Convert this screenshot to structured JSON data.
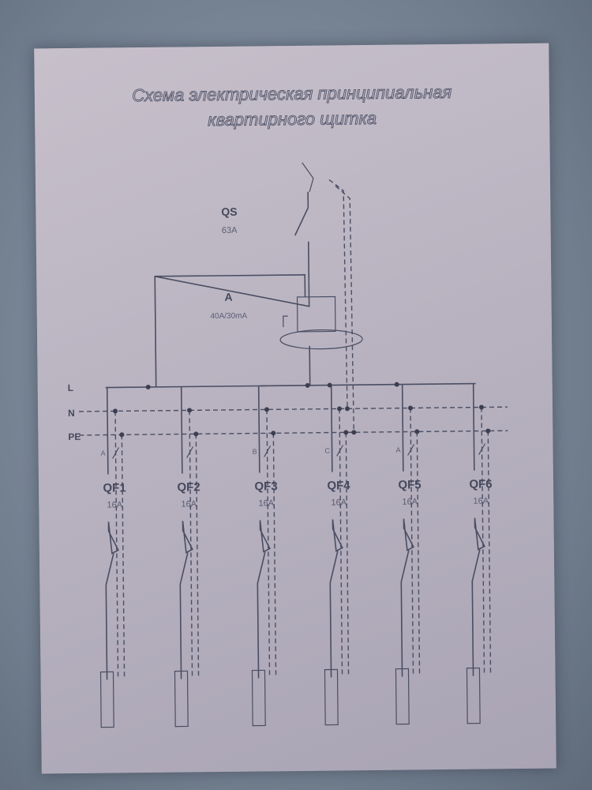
{
  "diagram": {
    "title": {
      "line1": "Схема электрическая принципиальная",
      "line2": "квартирного щитка"
    },
    "main_switch": {
      "label": "QS",
      "rating": "63A"
    },
    "rcd": {
      "label": "A",
      "rating": "40A/30mA"
    },
    "buses": {
      "l": "L",
      "n": "N",
      "pe": "PE"
    },
    "breakers": [
      {
        "label": "QF1",
        "rating": "16A",
        "phase": "A"
      },
      {
        "label": "QF2",
        "rating": "16A",
        "phase": ""
      },
      {
        "label": "QF3",
        "rating": "16A",
        "phase": "B"
      },
      {
        "label": "QF4",
        "rating": "16A",
        "phase": "C"
      },
      {
        "label": "QF5",
        "rating": "16A",
        "phase": "A"
      },
      {
        "label": "QF6",
        "rating": "16A",
        "phase": ""
      }
    ],
    "colors": {
      "ink": "#4a4e63",
      "paper": "#c0bac6"
    }
  }
}
